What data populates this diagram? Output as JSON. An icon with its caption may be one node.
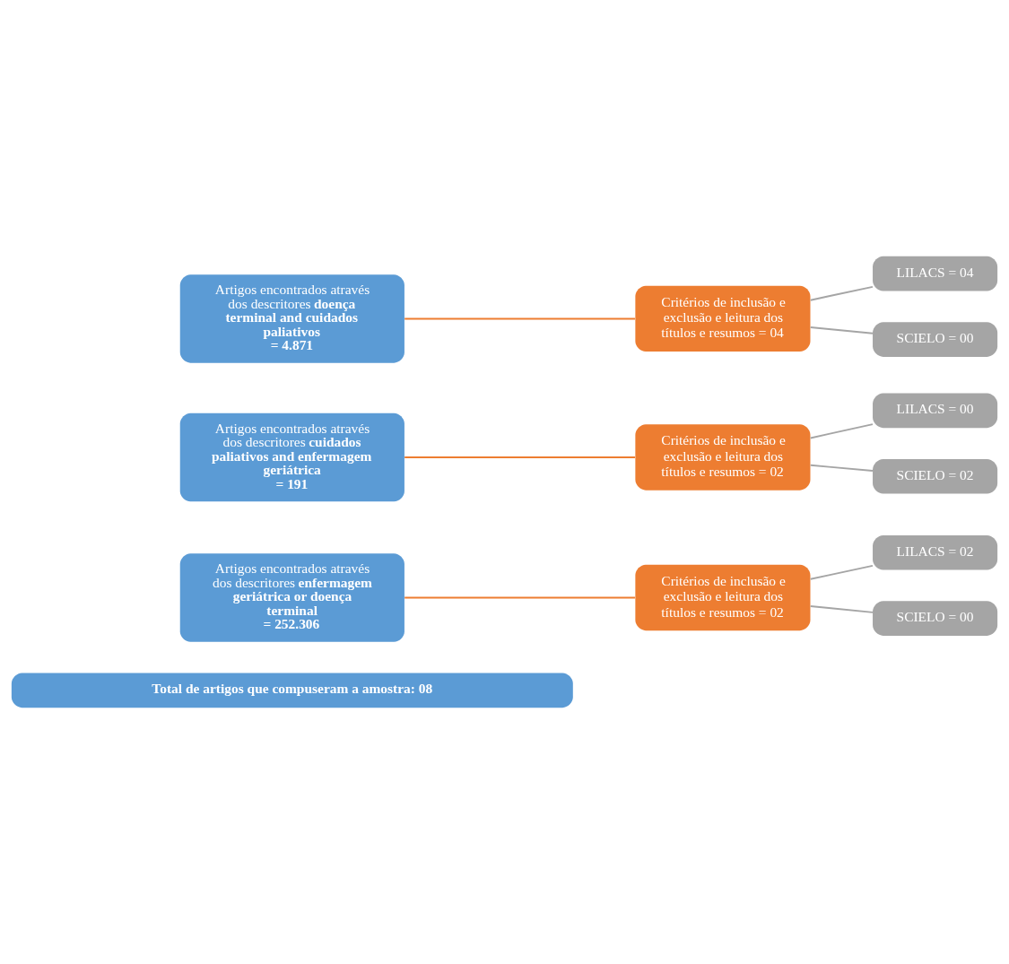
{
  "diagram": {
    "nodes": [
      {
        "text": [
          "Artigos encontrados através dos descritores **doença terminal and cuidados paliativos**",
          "= 4.871"
        ]
      },
      {
        "text": [
          "Critérios de inclusão e exclusão e leitura dos títulos e resumos = 04"
        ]
      },
      {
        "text": [
          "LILACS = 04"
        ]
      },
      {
        "text": [
          "SCIELO = 00"
        ]
      },
      {
        "text": [
          "Artigos encontrados através dos descritores **cuidados paliativos and enfermagem geriátrica**",
          "= 191"
        ]
      },
      {
        "text": [
          "Critérios de inclusão e exclusão e leitura dos títulos e resumos = 02"
        ]
      },
      {
        "text": [
          "LILACS = 00"
        ]
      },
      {
        "text": [
          "SCIELO = 02"
        ]
      },
      {
        "text": [
          "Artigos encontrados através dos descritores **enfermagem geriátrica or doença terminal**",
          "= 252.306"
        ]
      },
      {
        "text": [
          "Critérios de inclusão e exclusão e leitura dos títulos e resumos = 02"
        ]
      },
      {
        "text": [
          "LILACS = 02"
        ]
      },
      {
        "text": [
          "SCIELO = 00"
        ]
      },
      {
        "text": [
          "Total de artigos que compuseram a amostra: 08"
        ]
      }
    ],
    "edges": [
      {
        "from": 0,
        "to": 1,
        "arrow": "none",
        "color": "#ed7d31"
      },
      {
        "from": 1,
        "to": 2,
        "arrow": "none"
      },
      {
        "from": 1,
        "to": 3,
        "arrow": "none"
      },
      {
        "from": 4,
        "to": 5,
        "arrow": "none",
        "color": "#ed7d31"
      },
      {
        "from": 5,
        "to": 6,
        "arrow": "none"
      },
      {
        "from": 5,
        "to": 7,
        "arrow": "none"
      },
      {
        "from": 8,
        "to": 9,
        "arrow": "none",
        "color": "#ed7d31"
      },
      {
        "from": 9,
        "to": 10,
        "arrow": "none"
      },
      {
        "from": 9,
        "to": 11,
        "arrow": "none"
      }
    ]
  }
}
